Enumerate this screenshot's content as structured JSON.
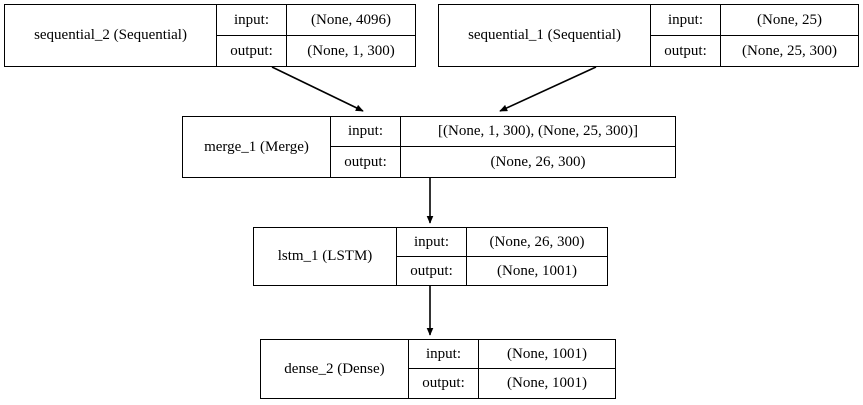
{
  "graph": {
    "title": "Keras model architecture graph",
    "background_color": "#ffffff",
    "line_color": "#000000",
    "nodes": [
      {
        "id": "sequential_2",
        "name": "sequential_2 (Sequential)",
        "input_key": "input:",
        "input_value": "(None, 4096)",
        "output_key": "output:",
        "output_value": "(None, 1, 300)"
      },
      {
        "id": "sequential_1",
        "name": "sequential_1 (Sequential)",
        "input_key": "input:",
        "input_value": "(None, 25)",
        "output_key": "output:",
        "output_value": "(None, 25, 300)"
      },
      {
        "id": "merge_1",
        "name": "merge_1 (Merge)",
        "input_key": "input:",
        "input_value": "[(None, 1, 300), (None, 25, 300)]",
        "output_key": "output:",
        "output_value": "(None, 26, 300)"
      },
      {
        "id": "lstm_1",
        "name": "lstm_1 (LSTM)",
        "input_key": "input:",
        "input_value": "(None, 26, 300)",
        "output_key": "output:",
        "output_value": "(None, 1001)"
      },
      {
        "id": "dense_2",
        "name": "dense_2 (Dense)",
        "input_key": "input:",
        "input_value": "(None, 1001)",
        "output_key": "output:",
        "output_value": "(None, 1001)"
      }
    ],
    "edges": [
      {
        "from": "sequential_2",
        "to": "merge_1"
      },
      {
        "from": "sequential_1",
        "to": "merge_1"
      },
      {
        "from": "merge_1",
        "to": "lstm_1"
      },
      {
        "from": "lstm_1",
        "to": "dense_2"
      }
    ]
  }
}
